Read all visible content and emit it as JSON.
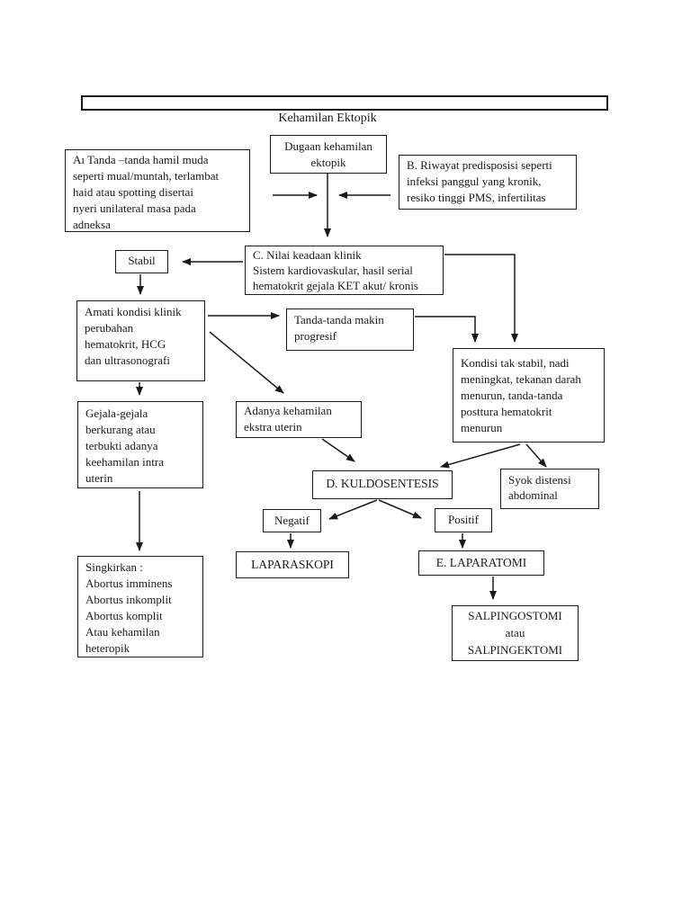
{
  "page": {
    "background": "#ffffff",
    "ink_color": "#1a1a1a"
  },
  "diagram": {
    "title": "Kehamilan Ektopik",
    "header_box_text": "",
    "nodes": {
      "dugaan": "Dugaan kehamilan\nektopik",
      "tanda_hamil_muda": "Aı Tanda –tanda hamil muda\nseperti mual/muntah, terlambat\nhaid atau spotting disertai\nnyeri unilateral masa pada\nadneksa",
      "riwayat_predisposisi": "B. Riwayat predisposisi seperti\ninfeksi panggul yang kronik,\nresiko tinggi PMS, infertilitas",
      "stabil": "Stabil",
      "nilai_keadaan_klinik": "C. Nilai keadaan klinik\nSistem kardiovaskular, hasil serial\nhematokrit gejala KET akut/ kronis",
      "amati_kondisi": "Amati kondisi klinik\nperubahan\nhematokrit, HCG\ndan ultrasonografi",
      "tanda_progresif": "Tanda-tanda makin\nprogresif",
      "kondisi_tak_stabil": "Kondisi tak stabil, nadi\nmeningkat, tekanan darah\nmenurun, tanda-tanda\nposttura hematokrit\nmenurun",
      "gejala_berkurang": "Gejala-gejala\nberkurang atau\nterbukti adanya\nkeehamilan intra\nuterin",
      "kehamilan_ekstra_uterin": "Adanya kehamilan\nekstra uterin",
      "kuldosentesis": "D. KULDOSENTESIS",
      "syok_distensi": "Syok distensi\nabdominal",
      "negatif": "Negatif",
      "positif": "Positif",
      "laparaskopi": "LAPARASKOPI",
      "laparatomi": "E. LAPARATOMI",
      "singkirkan": "Singkirkan :\nAbortus imminens\nAbortus inkomplit\nAbortus komplit\nAtau kehamilan\nheteropik",
      "salpingostomi": "SALPINGOSTOMI\natau\nSALPINGEKTOMI"
    }
  }
}
